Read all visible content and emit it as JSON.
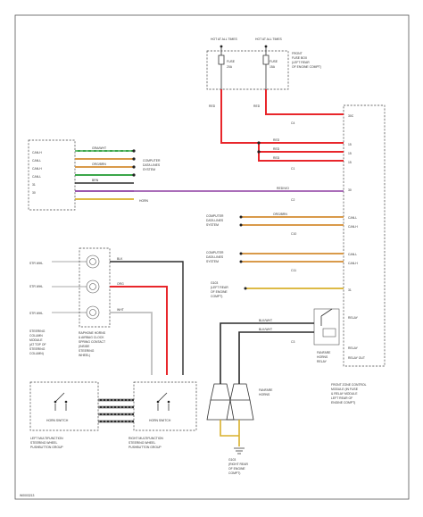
{
  "colors": {
    "red": "#e8262b",
    "purple": "#8e3fa2",
    "black": "#2b2b2b",
    "orange_brown": "#d99a4a",
    "yellow": "#d8b12c",
    "green": "#3ba64a",
    "white_gray": "#bfbfbf"
  },
  "fuses": {
    "hot1": "HOT AT ALL TIMES",
    "hot2": "HOT AT ALL TIMES",
    "fuse1": "FUSE",
    "fuse1_amp": "20A",
    "fuse2": "FUSE",
    "fuse2_amp": "15A",
    "box_note_1": "FRONT",
    "box_note_2": "FUSE BOX",
    "box_note_3": "(LEFT REAR",
    "box_note_4": "OF ENGINE COMPT)"
  },
  "wires": {
    "red_a": "RED",
    "red_b": "RED",
    "red_c1": "RED",
    "red_c2": "RED",
    "red_c3": "RED",
    "red_purple": "RED/VIO",
    "gra_whi": "GRA/WHT",
    "org_brn": "ORG/BRN",
    "org_brn2": "ORG/BRN",
    "brn": "BRN",
    "blk": "BLK",
    "blk2": "BLK/WHT",
    "blk3": "BLK/WHT",
    "org": "ORG",
    "whi": "WHT"
  },
  "connectors": {
    "c4": "C4",
    "c1": "C1",
    "c2": "C2",
    "c10": "C10",
    "c11": "C11",
    "c3": "C3"
  },
  "steering": {
    "pins": [
      "CAN-H",
      "CAN-L",
      "CAN-H",
      "CAN-L",
      "31",
      "30"
    ],
    "comp_line1": "COMPUTER",
    "comp_line2": "DATA LINES",
    "comp_line3": "SYSTEM",
    "horn_label": "HORN",
    "str_whl": [
      "STR WHL",
      "STR WHL",
      "STR WHL"
    ],
    "module_label": [
      "STEERING",
      "COLUMN",
      "MODULE",
      "(AT TOP OF",
      "STEERING",
      "COLUMN)"
    ],
    "spring_label": [
      "RAPHONE HORNS",
      "& AIRBAG CLOCK",
      "SPRING CONTACT",
      "(INSIDE",
      "STEERING",
      "WHEEL)"
    ]
  },
  "right_module": {
    "pins": [
      "30C",
      "15",
      "15",
      "15",
      "30",
      "CAN-L",
      "CAN-H",
      "CAN-L",
      "CAN-H",
      "31",
      "RELAY",
      "RELAY",
      "RELAY OUT"
    ],
    "comp_a": [
      "COMPUTER",
      "DATA LINES",
      "SYSTEM"
    ],
    "comp_b": [
      "COMPUTER",
      "DATA LINES",
      "SYSTEM"
    ],
    "ground_note": [
      "G103",
      "(LEFT REAR",
      "OF ENGINE",
      "COMPT)"
    ],
    "relay_label": [
      "FANFARE",
      "HORNS",
      "RELAY"
    ],
    "module_label": [
      "FRONT ZONE CONTROL",
      "MODULE (IN FUSE",
      "& RELAY MODULE",
      "LEFT REAR OF",
      "ENGINE COMPT)"
    ]
  },
  "horns": {
    "label": [
      "FANFARE",
      "HORNS"
    ],
    "ground": [
      "G103",
      "(RIGHT REAR",
      "OF ENGINE",
      "COMPT)"
    ]
  },
  "switches": {
    "left_title": "HORN SWITCH",
    "left_caption": [
      "LEFT MULTIFUNCTION",
      "STEERING WHEEL",
      "PUSHBUTTON GROUP"
    ],
    "right_title": "HORN SWITCH",
    "right_caption": [
      "RIGHT MULTIFUNCTION",
      "STEERING WHEEL",
      "PUSHBUTTON GROUP"
    ]
  },
  "footer_code": "W0003213"
}
